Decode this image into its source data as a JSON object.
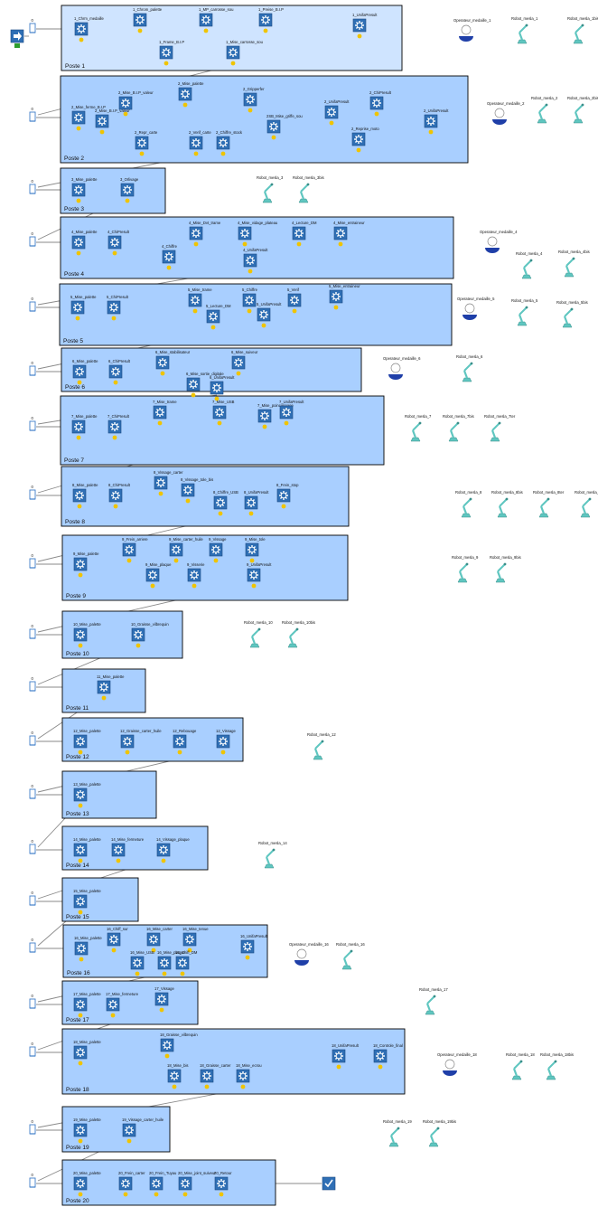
{
  "colors": {
    "poste_fill": "#a9cfff",
    "poste_fill_first": "#cfe4ff",
    "poste_border": "#000000",
    "station_fill": "#2f6fb5",
    "station_icon": "#ffffff",
    "wip_dot": "#f0c400",
    "buffer": "#3e7ec9",
    "link": "#8a8a8a",
    "robot": "#5fc6c0",
    "operator_base": "#1f3fa8",
    "start_green": "#2e9e2e"
  },
  "source": {
    "icon": "start-arrow-icon"
  },
  "sink": {
    "icon": "finish-check-icon"
  },
  "postes": [
    {
      "label": "Poste 1",
      "stations": [
        "1_Chrm_medaille",
        "1_Chrom_palette",
        "1_MP_carrosse_sou",
        "1_Preise_B.I.P",
        "1_Frame_B.I.P",
        "1_Mise_carrosse_sou",
        "1_UnifaPresult"
      ],
      "resources": [
        "Operateur_medaille_1",
        "Robot_mesla_1",
        "Robot_mesla_1bis"
      ]
    },
    {
      "label": "Poste 2",
      "stations": [
        "2_Mise_ferme_B.I.P",
        "2_Mise_B.I.P_valeur",
        "2_Mise_palette",
        "2_Gripperfer",
        "2_Mise_B.I.P_valeur",
        "2SB_Mise_griffe_sou",
        "2_UnifaPresult",
        "2_ChiPresult",
        "2_Reprise_moto",
        "2_UnifaPresult",
        "2_Repr_carte",
        "2_Verif_carte",
        "2_Chiffre_stock"
      ],
      "resources": [
        "Operateur_medaille_2",
        "Robot_mesla_2",
        "Robot_mesla_2bis"
      ]
    },
    {
      "label": "Poste 3",
      "stations": [
        "3_Mise_palette",
        "3_Orlivage"
      ],
      "resources": [
        "Robot_mesla_3",
        "Robot_mesla_3bis"
      ]
    },
    {
      "label": "Poste 4",
      "stations": [
        "4_Mise_palette",
        "4_ChiPresult",
        "4_Mise_Dvt_trame",
        "4_Mise_vidage_plateau",
        "4_Lecture_DM",
        "4_Mise_entraineur",
        "4_Chiffre",
        "4_UnifaPresult"
      ],
      "resources": [
        "Operateur_medaille_4",
        "Robot_mesla_4",
        "Robot_mesla_4bis"
      ]
    },
    {
      "label": "Poste 5",
      "stations": [
        "5_Mise_palette",
        "5_ChiPresult",
        "5_Mise_trame",
        "5_Chiffre",
        "5_Verif",
        "5_Mise_entraineur",
        "5_Lecture_DM",
        "5_UnifaPresult"
      ],
      "resources": [
        "Operateur_medaille_5",
        "Robot_mesla_5",
        "Robot_mesla_5bis"
      ]
    },
    {
      "label": "Poste 6",
      "stations": [
        "6_Mise_palette",
        "6_ChiPresult",
        "6_Mise_stabilisateur",
        "6_Mise_suiveur",
        "6_Mise_sortie_digitale",
        "6_UnifaPresult"
      ],
      "resources": [
        "Operateur_medaille_6",
        "Robot_mesla_6"
      ]
    },
    {
      "label": "Poste 7",
      "stations": [
        "7_Mise_palette",
        "7_ChiPresult",
        "7_Mise_trame",
        "7_Mise_USB",
        "7_Mise_poinconnage",
        "7_UnifaPresult"
      ],
      "resources": [
        "Robot_mesla_7",
        "Robot_mesla_7bis",
        "Robot_mesla_7ter"
      ]
    },
    {
      "label": "Poste 8",
      "stations": [
        "8_Mise_palette",
        "8_ChiPresult",
        "8_Vissage_carter",
        "8_Vissage_tole_bis",
        "8_Chiffre_USB",
        "8_UnifaPresult",
        "8_Frein_stop"
      ],
      "resources": [
        "Robot_mesla_8",
        "Robot_mesla_8bis",
        "Robot_mesla_8ter",
        "Robot_mesla_8qt"
      ]
    },
    {
      "label": "Poste 9",
      "stations": [
        "9_Mise_palette",
        "9_Frein_arriere",
        "9_Mise_carter_huile",
        "9_Vissage",
        "9_Mise_tole",
        "9_Mise_plaque",
        "9_Visserie",
        "9_UnifaPresult"
      ],
      "resources": [
        "Robot_mesla_9",
        "Robot_mesla_9bis"
      ]
    },
    {
      "label": "Poste 10",
      "stations": [
        "10_Mise_palette",
        "10_Graisse_vilbrequin"
      ],
      "resources": [
        "Robot_mesla_10",
        "Robot_mesla_10bis"
      ]
    },
    {
      "label": "Poste 11",
      "stations": [
        "11_Mise_palette"
      ],
      "resources": []
    },
    {
      "label": "Poste 12",
      "stations": [
        "12_Mise_palette",
        "12_Graisse_carter_huile",
        "12_Rebouage",
        "12_Vissage"
      ],
      "resources": [
        "Robot_mesla_12"
      ]
    },
    {
      "label": "Poste 13",
      "stations": [
        "13_Mise_palette"
      ],
      "resources": []
    },
    {
      "label": "Poste 14",
      "stations": [
        "14_Mise_palette",
        "14_Mise_fermeture",
        "14_Vissage_plaque"
      ],
      "resources": [
        "Robot_mesla_14"
      ]
    },
    {
      "label": "Poste 15",
      "stations": [
        "15_Mise_palette"
      ],
      "resources": []
    },
    {
      "label": "Poste 16",
      "stations": [
        "16_Mise_palette",
        "16_Chiff_sur",
        "16_Mise_carter",
        "16_Mise_tenue",
        "16_Mise_USB",
        "16_Mise_plaque",
        "16_Chiff_DM",
        "16_UnifaPresult"
      ],
      "resources": [
        "Operateur_medaille_16",
        "Robot_mesla_16"
      ]
    },
    {
      "label": "Poste 17",
      "stations": [
        "17_Mise_palette",
        "17_Mise_fermeture",
        "17_Vissage"
      ],
      "resources": [
        "Robot_mesla_17"
      ]
    },
    {
      "label": "Poste 18",
      "stations": [
        "18_Mise_palette",
        "18_Graisse_vilbrequin",
        "18_Mise_bis",
        "18_Graisse_carter",
        "18_Mise_ecrou",
        "18_UnifaPresult",
        "18_Controle_final"
      ],
      "resources": [
        "Operateur_medaille_18",
        "Robot_mesla_18",
        "Robot_mesla_18bis"
      ]
    },
    {
      "label": "Poste 19",
      "stations": [
        "19_Mise_palette",
        "19_Vissage_carter_huile"
      ],
      "resources": [
        "Robot_mesla_19",
        "Robot_mesla_19bis"
      ]
    },
    {
      "label": "Poste 20",
      "stations": [
        "20_Mise_palette",
        "20_Frein_carter",
        "20_Frein_Tuyau",
        "20_Mise_joint_suiveur",
        "20_Retour"
      ],
      "resources": []
    }
  ]
}
